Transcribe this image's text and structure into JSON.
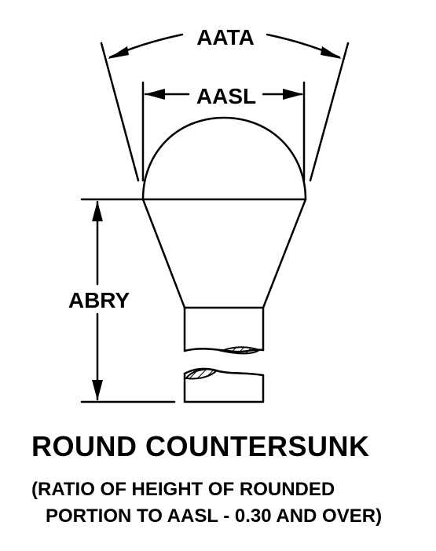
{
  "diagram": {
    "labels": {
      "top_angle": "AATA",
      "head_diameter": "AASL",
      "height": "ABRY"
    }
  },
  "caption": {
    "title": "ROUND COUNTERSUNK",
    "note_line_1": "(RATIO OF HEIGHT OF ROUNDED",
    "note_line_2": "PORTION TO AASL - 0.30 AND OVER)"
  },
  "colors": {
    "ink": "#000000",
    "background": "#ffffff"
  }
}
